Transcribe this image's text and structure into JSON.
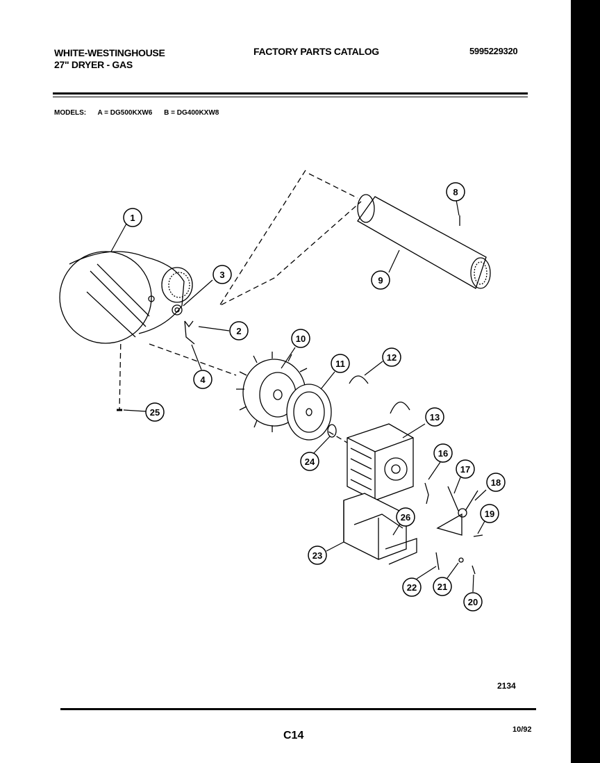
{
  "header": {
    "brand_line1": "WHITE-WESTINGHOUSE",
    "brand_line2": "27\" DRYER - GAS",
    "catalog_title": "FACTORY PARTS CATALOG",
    "part_number": "5995229320"
  },
  "models": {
    "label": "MODELS:",
    "a": "A = DG500KXW6",
    "b": "B = DG400KXW8"
  },
  "callouts": [
    "1",
    "2",
    "3",
    "4",
    "8",
    "9",
    "10",
    "11",
    "12",
    "13",
    "16",
    "17",
    "18",
    "19",
    "20",
    "21",
    "22",
    "23",
    "24",
    "25",
    "26"
  ],
  "footer": {
    "figure_number": "2134",
    "page": "C14",
    "date": "10/92"
  }
}
